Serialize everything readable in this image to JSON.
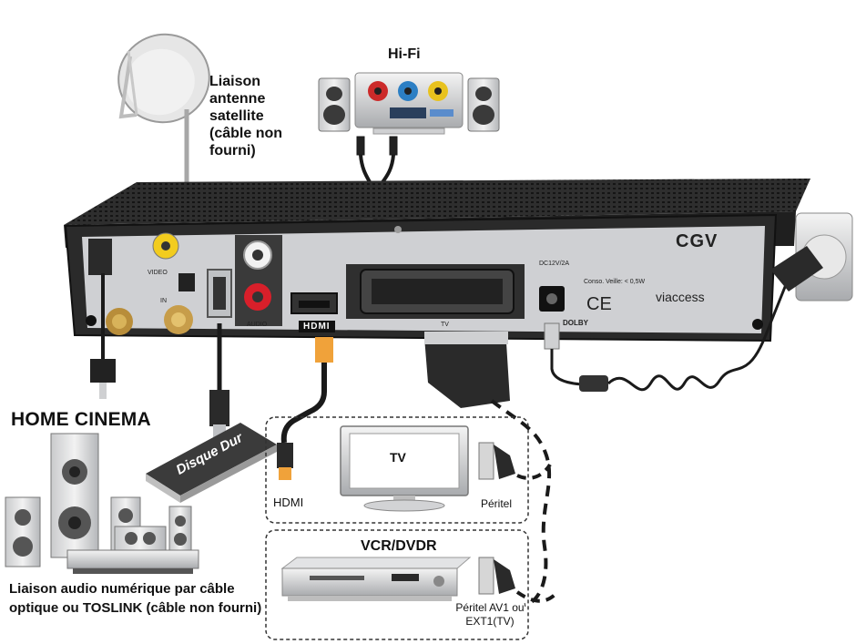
{
  "labels": {
    "satellite_link": "Liaison antenne satellite (câble non fourni)",
    "hifi": "Hi-Fi",
    "home_cinema": "HOME CINEMA",
    "audio_link": "Liaison audio numérique par câble optique ou TOSLINK (câble non fourni)",
    "hard_disk": "Disque Dur",
    "hdmi": "HDMI",
    "tv": "TV",
    "peritel": "Péritel",
    "vcr_dvdr": "VCR/DVDR",
    "peritel_av1": "Péritel AV1 ou EXT1(TV)"
  },
  "device": {
    "brand": "CGV",
    "video_port": "VIDEO",
    "audio_port": "AUDIO",
    "tv_port": "TV",
    "sat_in": "IN",
    "power": "DC12V/2A",
    "consumption": "Conso. Veille: < 0,5W",
    "viaccess": "viaccess",
    "hdmi_logo": "HDMI",
    "dolby": "DOLBY"
  },
  "colors": {
    "receiver_body": "#2b2b2b",
    "receiver_panel": "#d9dadc",
    "cable": "#1a1a1a",
    "dish": "#e3e3e3",
    "hdmi_tip": "#f0a23a"
  }
}
